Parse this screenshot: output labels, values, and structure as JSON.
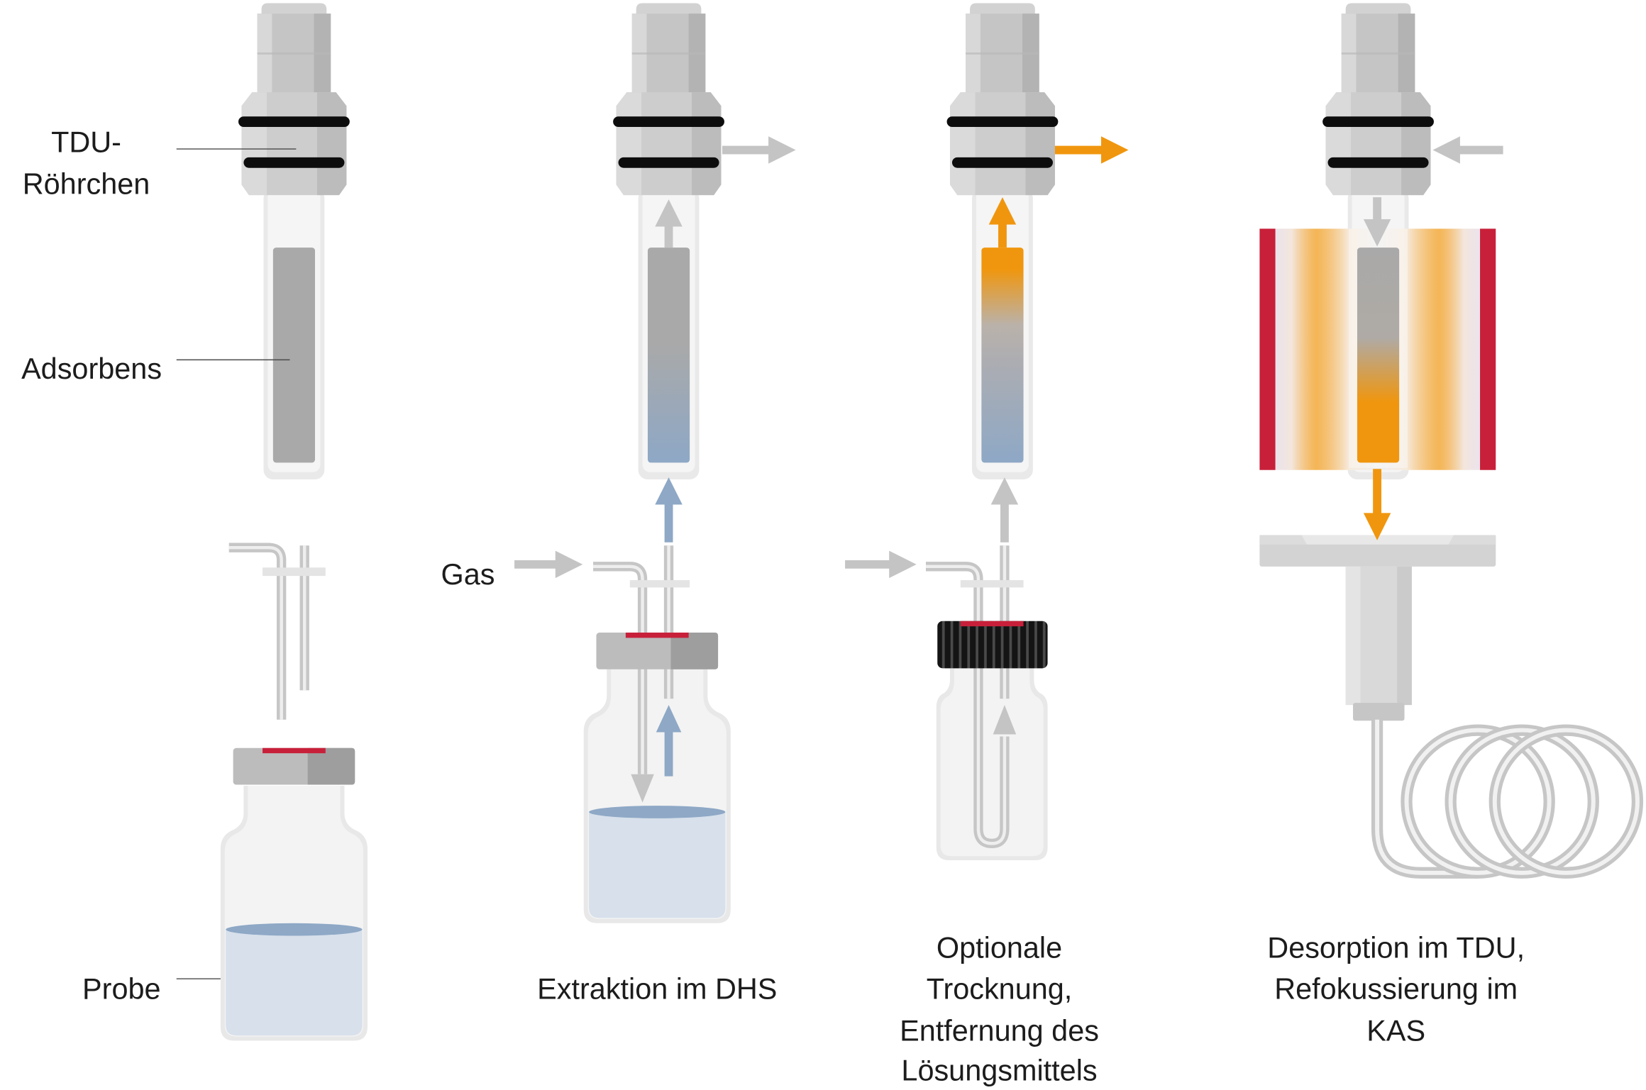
{
  "labels": {
    "tdu_tube": [
      "TDU-",
      "Röhrchen"
    ],
    "adsorbent": "Adsorbens",
    "sample": "Probe",
    "gas": "Gas"
  },
  "steps": {
    "extraction": [
      "Extraktion im DHS"
    ],
    "drying": [
      "Optionale",
      "Trocknung,",
      "Entfernung des",
      "Lösungsmittels"
    ],
    "desorption": [
      "Desorption im TDU,",
      "Refokussierung im",
      "KAS"
    ]
  },
  "colors": {
    "text": "#1c1c1c",
    "arrow_gray": "#c4c4c4",
    "analyte_blue": "#8ea8c6",
    "solvent_orange": "#f0960e",
    "heater_red": "#c8203a",
    "septum_red": "#c8203a",
    "o_ring_black": "#0d0d0d",
    "adsorbent_gray": "#a9a9a9",
    "sample_liquid": "#d7e0eb"
  }
}
